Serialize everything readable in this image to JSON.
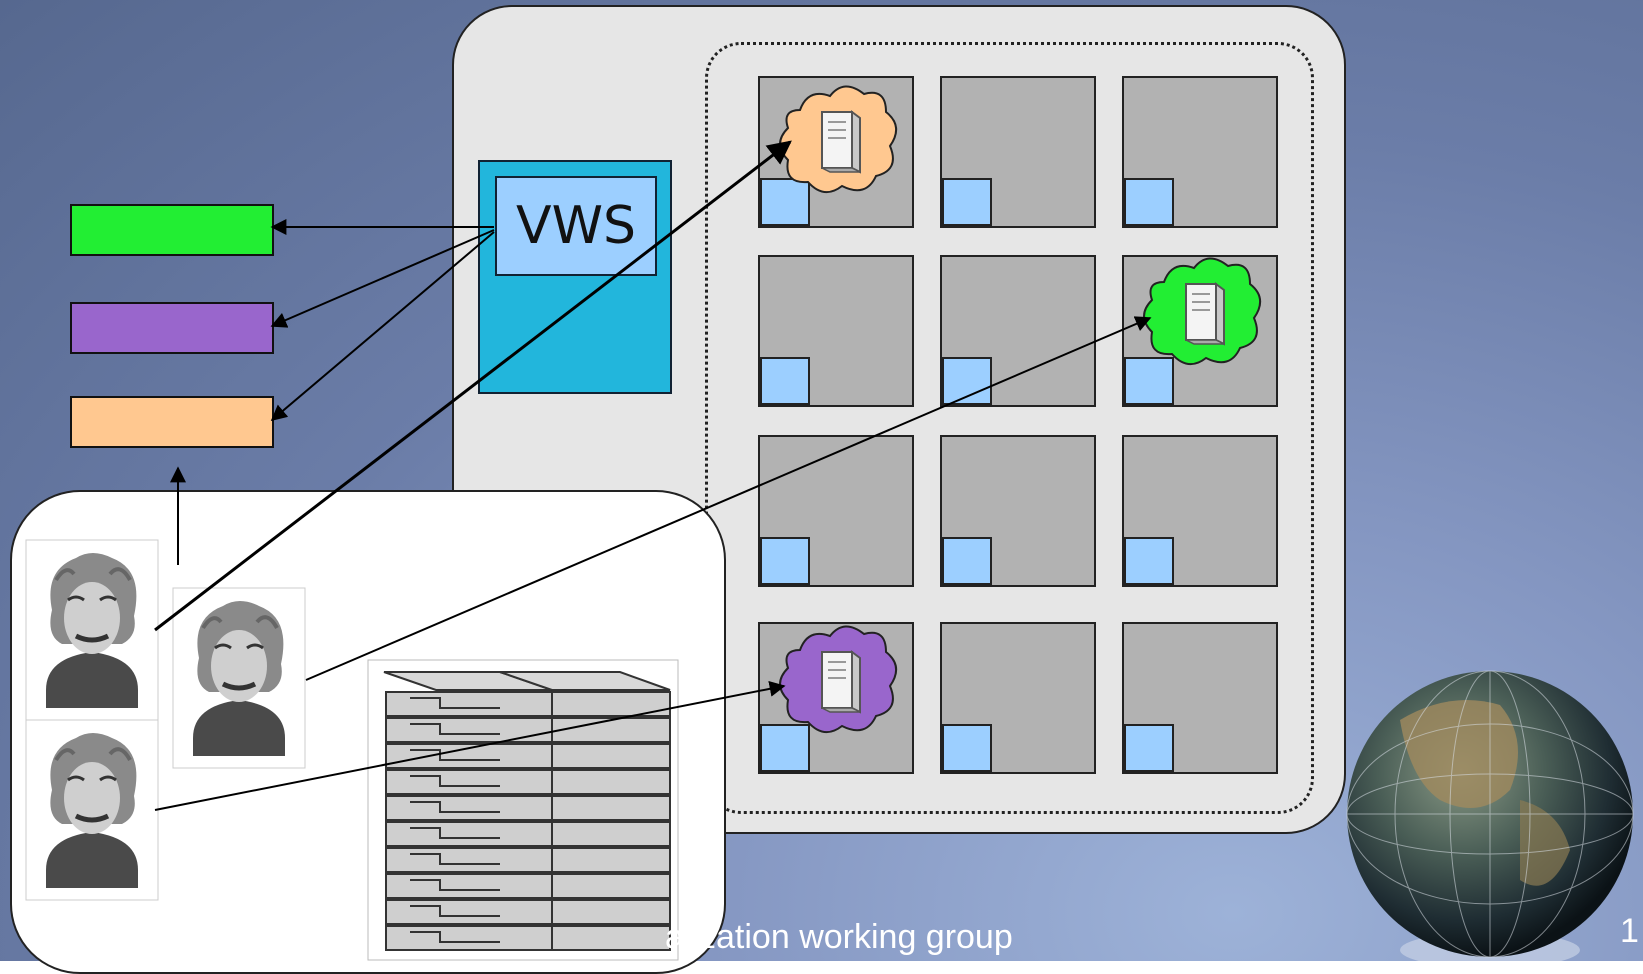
{
  "diagram": {
    "vws_label": "VWS",
    "footer_text": "alization working group",
    "page_number": "1",
    "colors": {
      "background": "#6b7da8",
      "vws_box": "#22b6dc",
      "vws_label_bg": "#9ccfff",
      "cell": "#b2b2b2",
      "chip": "#9ccfff",
      "green_vm": "#22ee33",
      "purple_vm": "#9966cc",
      "orange_vm": "#ffc890"
    },
    "legend": [
      {
        "name": "green",
        "color": "#22ee33"
      },
      {
        "name": "purple",
        "color": "#9966cc"
      },
      {
        "name": "orange",
        "color": "#ffc890"
      }
    ],
    "grid": {
      "rows": 4,
      "cols": 3
    },
    "vms": [
      {
        "row": 0,
        "col": 0,
        "cloud": "orange-cloud-icon",
        "color": "#ffc890"
      },
      {
        "row": 1,
        "col": 2,
        "cloud": "green-cloud-icon",
        "color": "#22ee33"
      },
      {
        "row": 3,
        "col": 0,
        "cloud": "purple-cloud-icon",
        "color": "#9966cc"
      }
    ],
    "icons": [
      "user-photo-icon",
      "server-rack-icon",
      "globe-icon",
      "server-icon"
    ]
  }
}
